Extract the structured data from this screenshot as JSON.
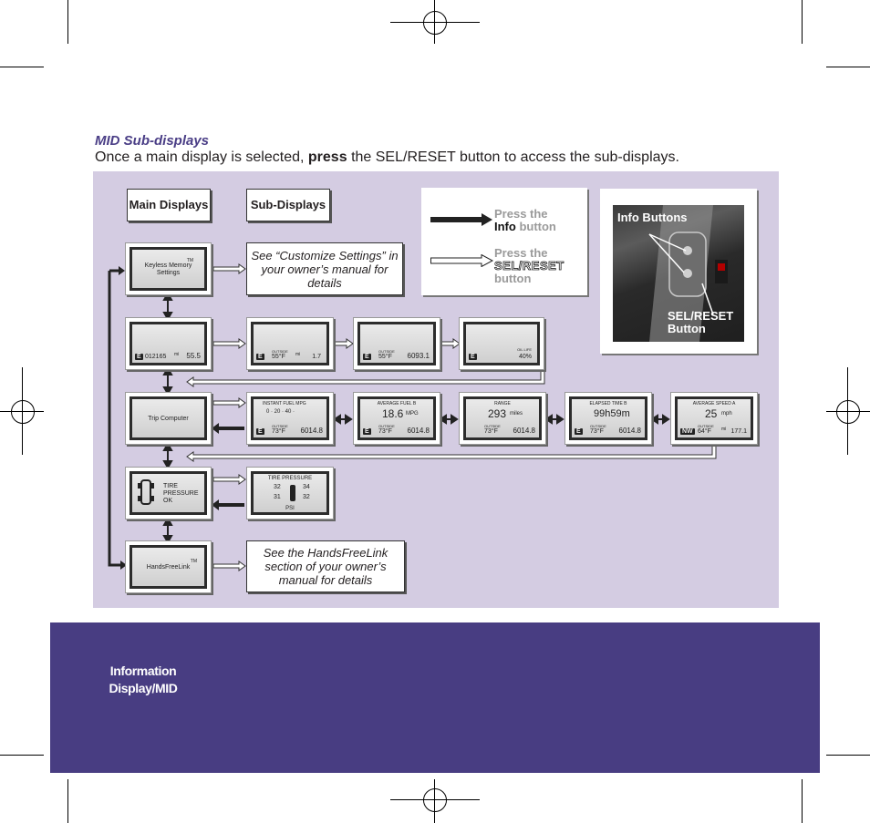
{
  "heading": "MID Sub-displays",
  "intro": {
    "before": "Once a main display is selected,",
    "bold": "press",
    "after": "the SEL/RESET button to access the sub-displays."
  },
  "column_headers": {
    "main": "Main Displays",
    "sub": "Sub-Displays"
  },
  "notes": {
    "customize": "See “Customize Settings” in your owner’s manual for details",
    "handsfreelink": "See the HandsFreeLink section of your owner’s manual for details"
  },
  "legend": {
    "info_press": "Press the",
    "info_button_name": "Info",
    "info_suffix": "button",
    "sel_press": "Press the",
    "sel_button_name": "SEL/RESET",
    "sel_suffix": "button"
  },
  "photo_labels": {
    "info": "Info Buttons",
    "sel": "SEL/RESET Button"
  },
  "screens": {
    "keyless": {
      "line1": "Keyless Memory",
      "line2": "Settings",
      "tm": "TM"
    },
    "odo": {
      "badge": "E",
      "odo": "012165",
      "mi": "mi",
      "trip": "55.5"
    },
    "outside1": {
      "badge": "E",
      "label": "OUTSIDE",
      "temp": "55°F",
      "mi": "mi",
      "trip": "1.7"
    },
    "outside2": {
      "badge": "E",
      "label": "OUTSIDE",
      "temp": "55°F",
      "odo": "6093.1"
    },
    "oil": {
      "badge": "E",
      "label": "OIL LIFE",
      "value": "40%"
    },
    "trip": {
      "text": "Trip Computer"
    },
    "instant": {
      "title": "INSTANT FUEL  MPG",
      "scale": "0 · 20 · 40 ·",
      "badge": "E",
      "label": "OUTSIDE",
      "temp": "73°F",
      "odo": "6014.8"
    },
    "average_fuel": {
      "title": "AVERAGE FUEL B",
      "value": "18.6",
      "unit": "MPG",
      "badge": "E",
      "label": "OUTSIDE",
      "temp": "73°F",
      "odo": "6014.8"
    },
    "range": {
      "title": "RANGE",
      "value": "293",
      "unit": "miles",
      "label": "OUTSIDE",
      "temp": "73°F",
      "odo": "6014.8"
    },
    "elapsed": {
      "title": "ELAPSED TIME B",
      "value": "99h59m",
      "badge": "E",
      "label": "OUTSIDE",
      "temp": "73°F",
      "odo": "6014.8"
    },
    "avg_speed": {
      "title": "AVERAGE SPEED A",
      "value": "25",
      "unit": "mph",
      "badge": "NW",
      "label": "OUTSIDE",
      "temp": "64°F",
      "mi": "mi",
      "trip": "177.1"
    },
    "tire_main": {
      "line1": "TIRE",
      "line2": "PRESSURE",
      "line3": "OK"
    },
    "tire_sub": {
      "title": "TIRE PRESSURE",
      "fl": "32",
      "fr": "34",
      "rl": "31",
      "rr": "32",
      "unit": "PSI"
    },
    "hfl": {
      "text": "HandsFreeLink",
      "tm": "TM"
    }
  },
  "footer": {
    "label": "Information Display/MID"
  },
  "colors": {
    "accent": "#483d82",
    "panel": "#d4cce2",
    "heading": "#4a3e86"
  }
}
